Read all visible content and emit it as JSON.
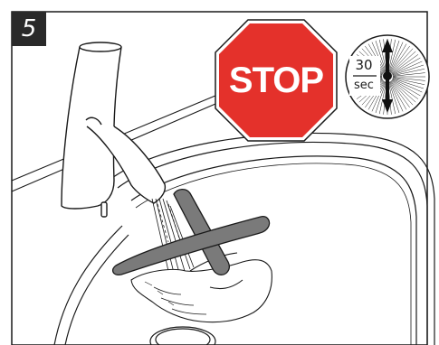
{
  "step": {
    "number": "5"
  },
  "stop_sign": {
    "label": "STOP",
    "fill": "#e4312b",
    "text_color": "#ffffff"
  },
  "timer": {
    "value": "30",
    "unit": "sec"
  },
  "colors": {
    "line": "#1a1a1a",
    "cross": "#777777",
    "badge": "#2a2a2a"
  },
  "icons": {
    "stop": "stop-sign-icon",
    "timer": "stopwatch-icon",
    "prohibit": "cross-icon",
    "faucet": "faucet-icon",
    "hand": "hand-icon"
  }
}
